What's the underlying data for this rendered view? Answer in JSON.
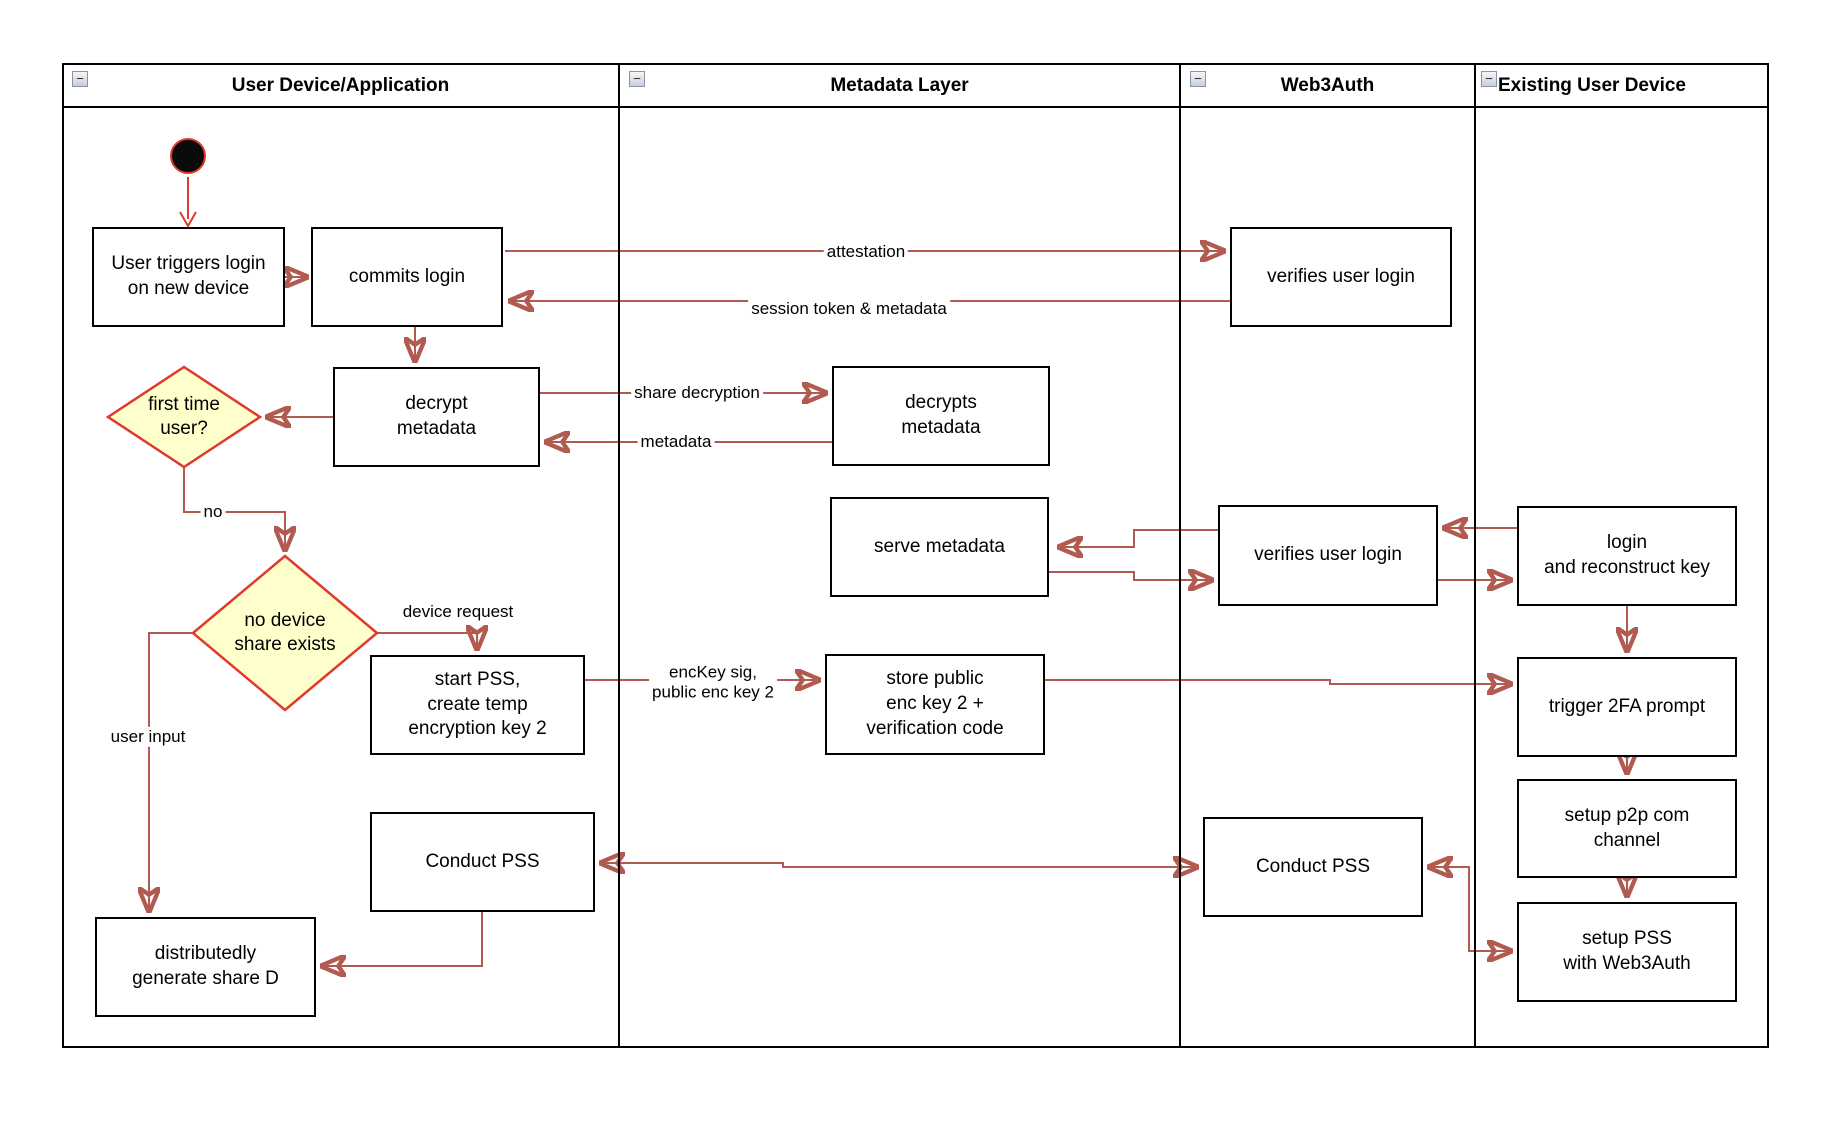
{
  "lanes": [
    {
      "title": "User Device/Application",
      "collapse_icon": "minimize-icon",
      "collapse_glyph": "−"
    },
    {
      "title": "Metadata Layer",
      "collapse_icon": "minimize-icon",
      "collapse_glyph": "−"
    },
    {
      "title": "Web3Auth",
      "collapse_icon": "minimize-icon",
      "collapse_glyph": "−"
    },
    {
      "title": "Existing User Device",
      "collapse_icon": "minimize-icon",
      "collapse_glyph": "−"
    }
  ],
  "nodes": {
    "user_triggers": {
      "label": "User triggers login\non new device"
    },
    "commits_login": {
      "label": "commits login"
    },
    "decrypt_metadata": {
      "label": "decrypt\nmetadata"
    },
    "first_time_user": {
      "label": "first time\nuser?"
    },
    "no_device_share": {
      "label": "no device\nshare exists"
    },
    "start_pss": {
      "label": "start PSS,\ncreate temp\nencryption key 2"
    },
    "conduct_pss_app": {
      "label": "Conduct PSS"
    },
    "dist_gen_share": {
      "label": "distributedly\ngenerate share D"
    },
    "decrypts_metadata": {
      "label": "decrypts\nmetadata"
    },
    "serve_metadata": {
      "label": "serve metadata"
    },
    "store_public_key": {
      "label": "store public\nenc key 2 +\nverification code"
    },
    "verifies_login_top": {
      "label": "verifies user login"
    },
    "verifies_login_mid": {
      "label": "verifies user login"
    },
    "conduct_pss_w3a": {
      "label": "Conduct PSS"
    },
    "login_reconstruct": {
      "label": "login\nand reconstruct key"
    },
    "trigger_2fa": {
      "label": "trigger 2FA prompt"
    },
    "setup_p2p": {
      "label": "setup p2p com\nchannel"
    },
    "setup_pss_w3a": {
      "label": "setup PSS\nwith Web3Auth"
    }
  },
  "edge_labels": {
    "attestation": "attestation",
    "session_token": "session token & metadata",
    "share_decryption": "share decryption",
    "metadata": "metadata",
    "no": "no",
    "device_request": "device request",
    "user_input": "user input",
    "enckey": "encKey sig,\npublic enc key 2"
  },
  "colors": {
    "arrow": "#B05A50",
    "decision_fill": "#FFFFCC",
    "decision_stroke": "#E0392E",
    "start_fill": "#0B0B0B",
    "border": "#000000",
    "background": "#FFFFFF"
  }
}
